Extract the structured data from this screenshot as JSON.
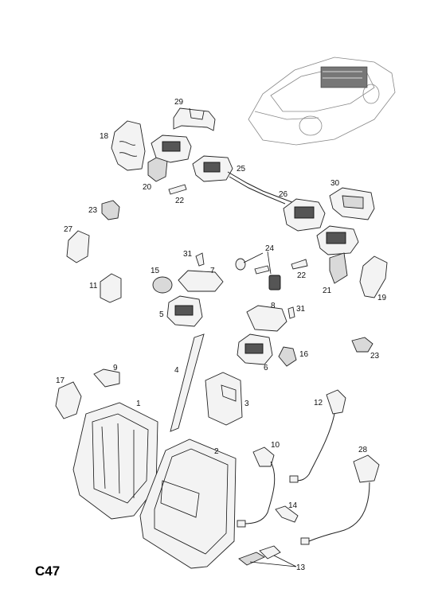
{
  "page_code": "C47",
  "callouts": [
    {
      "label": "29"
    },
    {
      "label": "18"
    },
    {
      "label": "20"
    },
    {
      "label": "25"
    },
    {
      "label": "22"
    },
    {
      "label": "26"
    },
    {
      "label": "30"
    },
    {
      "label": "23"
    },
    {
      "label": "27"
    },
    {
      "label": "31"
    },
    {
      "label": "24"
    },
    {
      "label": "15"
    },
    {
      "label": "7"
    },
    {
      "label": "22"
    },
    {
      "label": "11"
    },
    {
      "label": "21"
    },
    {
      "label": "19"
    },
    {
      "label": "5"
    },
    {
      "label": "8"
    },
    {
      "label": "31"
    },
    {
      "label": "4"
    },
    {
      "label": "16"
    },
    {
      "label": "6"
    },
    {
      "label": "23"
    },
    {
      "label": "9"
    },
    {
      "label": "17"
    },
    {
      "label": "1"
    },
    {
      "label": "3"
    },
    {
      "label": "12"
    },
    {
      "label": "10"
    },
    {
      "label": "2"
    },
    {
      "label": "28"
    },
    {
      "label": "14"
    },
    {
      "label": "13"
    }
  ]
}
